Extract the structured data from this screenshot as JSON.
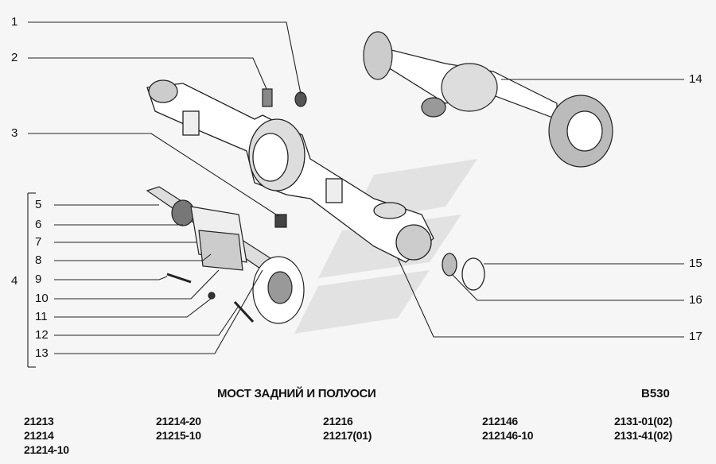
{
  "diagram": {
    "callouts_left": [
      "1",
      "2",
      "3",
      "4",
      "5",
      "6",
      "7",
      "8",
      "9",
      "10",
      "11",
      "12",
      "13"
    ],
    "callouts_right": [
      "14",
      "15",
      "16",
      "17"
    ]
  },
  "caption": {
    "title": "МОСТ ЗАДНИЙ И ПОЛУОСИ",
    "code": "B530"
  },
  "models": [
    [
      "21213",
      "21214",
      "21214-10"
    ],
    [
      "21214-20",
      "21215-10"
    ],
    [
      "21216",
      "21217(01)"
    ],
    [
      "212146",
      "212146-10"
    ],
    [
      "2131-01(02)",
      "2131-41(02)"
    ]
  ]
}
